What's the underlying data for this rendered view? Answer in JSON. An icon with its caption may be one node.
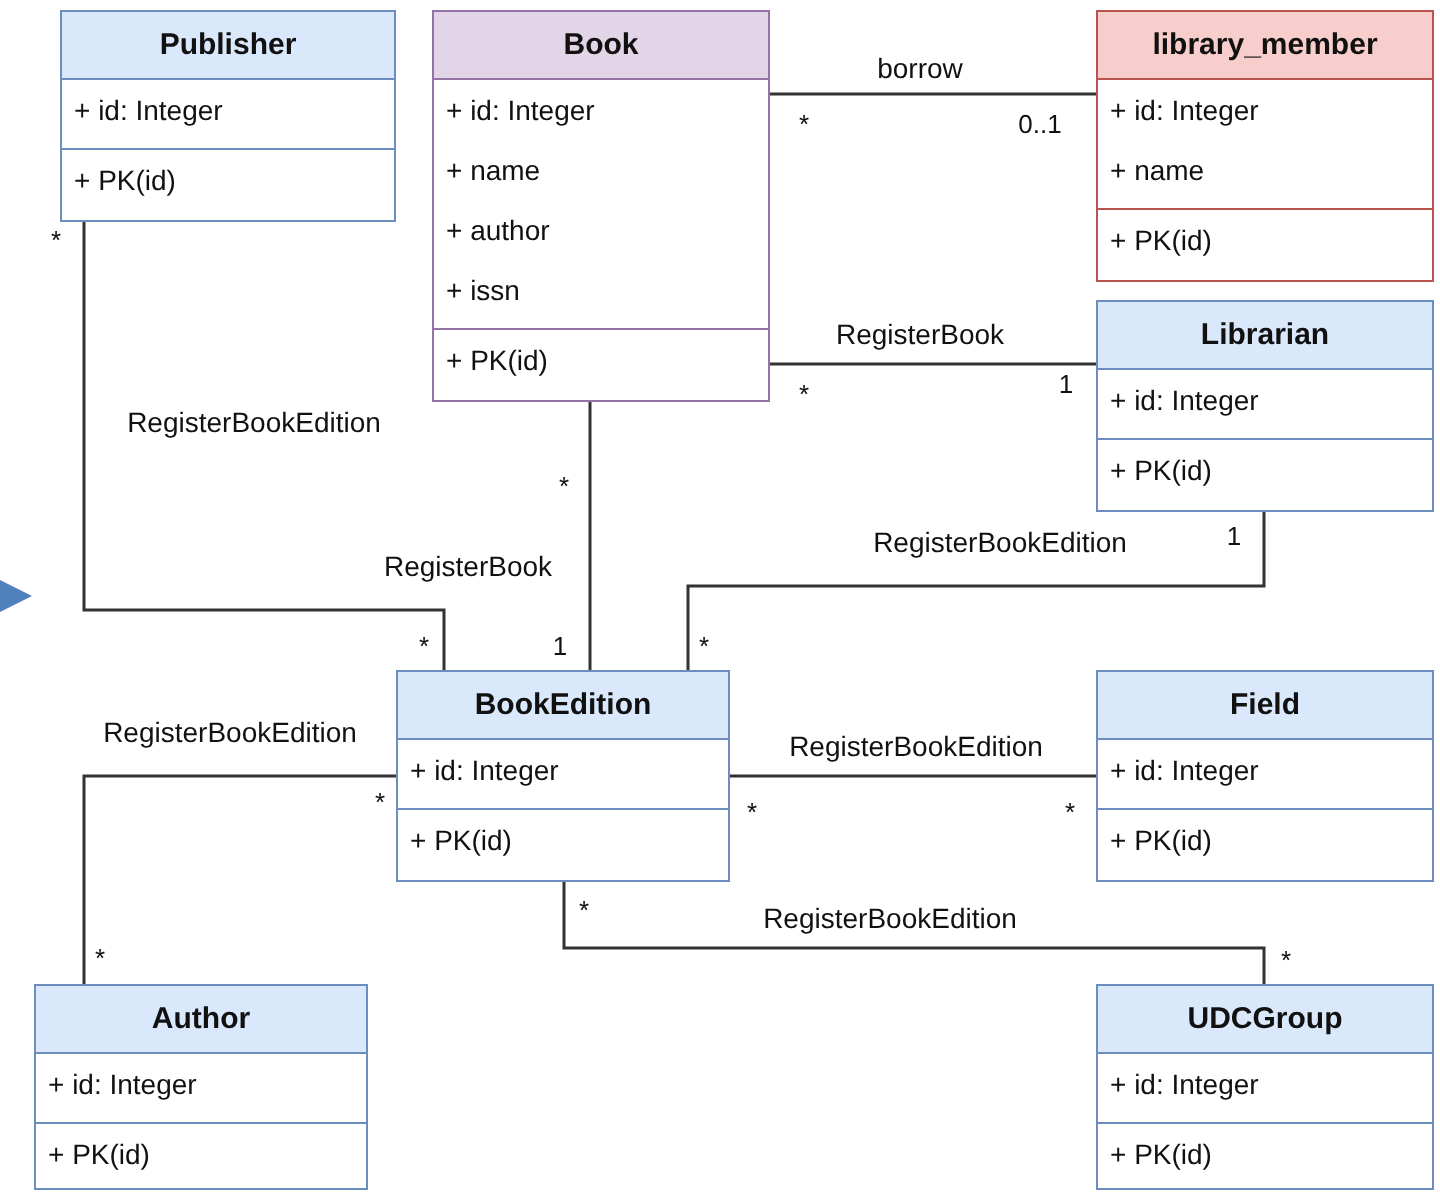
{
  "diagram": {
    "nodes": [
      {
        "text": [
          "Publisher",
          "+ id: Integer",
          "+ PK(id)"
        ]
      },
      {
        "text": [
          "Book",
          "+ id: Integer",
          "+ name",
          "+ author",
          "+ issn",
          "+ PK(id)"
        ]
      },
      {
        "text": [
          "library_member",
          "+ id: Integer",
          "+ name",
          "+ PK(id)"
        ]
      },
      {
        "text": [
          "Librarian",
          "+ id: Integer",
          "+ PK(id)"
        ]
      },
      {
        "text": [
          "BookEdition",
          "+ id: Integer",
          "+ PK(id)"
        ]
      },
      {
        "text": [
          "Field",
          "+ id: Integer",
          "+ PK(id)"
        ]
      },
      {
        "text": [
          "Author",
          "+ id: Integer",
          "+ PK(id)"
        ]
      },
      {
        "text": [
          "UDCGroup",
          "+ id: Integer",
          "+ PK(id)"
        ]
      }
    ],
    "edges": [
      {
        "from": 1,
        "to": 2,
        "arrow": "none",
        "label": "borrow"
      },
      {
        "from": 1,
        "to": 3,
        "arrow": "none",
        "label": "RegisterBook"
      },
      {
        "from": 0,
        "to": 4,
        "arrow": "none",
        "label": "RegisterBookEdition"
      },
      {
        "from": 1,
        "to": 4,
        "arrow": "none",
        "label": "RegisterBook"
      },
      {
        "from": 3,
        "to": 4,
        "arrow": "none",
        "label": "RegisterBookEdition"
      },
      {
        "from": 4,
        "to": 6,
        "arrow": "none",
        "label": "RegisterBookEdition"
      },
      {
        "from": 4,
        "to": 5,
        "arrow": "none",
        "label": "RegisterBookEdition"
      },
      {
        "from": 4,
        "to": 7,
        "arrow": "none",
        "label": "RegisterBookEdition"
      }
    ],
    "labels": [
      "*",
      "0..1",
      "*",
      "1",
      "*",
      "*",
      "1",
      "*",
      "1",
      "*",
      "*",
      "*",
      "*",
      "*",
      "*",
      "*"
    ]
  }
}
